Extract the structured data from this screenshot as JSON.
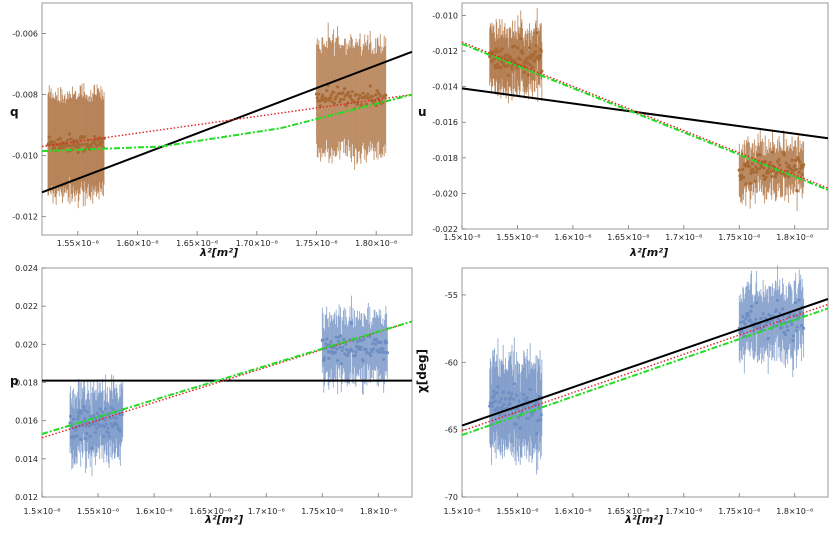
{
  "colors": {
    "brown_points": "#a86a35",
    "blue_points": "#6f8fc3",
    "black_fit": "#000000",
    "red_fit": "#e02020",
    "green_fit": "#22dd22",
    "frame": "#9a9a9a"
  },
  "chart_data": [
    {
      "id": "q",
      "type": "scatter",
      "ylabel": "q",
      "xlabel": "λ²[m²]",
      "xlim": [
        1.52e-06,
        1.83e-06
      ],
      "ylim": [
        -0.0126,
        -0.005
      ],
      "x_ticks": [
        1.55e-06,
        1.6e-06,
        1.65e-06,
        1.7e-06,
        1.75e-06,
        1.8e-06
      ],
      "x_tick_labels": [
        "1.55×10⁻⁶",
        "1.60×10⁻⁶",
        "1.65×10⁻⁶",
        "1.70×10⁻⁶",
        "1.75×10⁻⁶",
        "1.80×10⁻⁶"
      ],
      "y_ticks": [
        -0.006,
        -0.008,
        -0.01,
        -0.012
      ],
      "y_tick_labels": [
        "-0.006",
        "-0.008",
        "-0.010",
        "-0.012"
      ],
      "point_color": "brown_points",
      "data_clusters": [
        {
          "x_range": [
            1.525e-06,
            1.572e-06
          ],
          "center": -0.0096,
          "slope": 0,
          "err": 0.0016,
          "scatter": 0.00015
        },
        {
          "x_range": [
            1.75e-06,
            1.808e-06
          ],
          "center": -0.0081,
          "slope": 0,
          "err": 0.0018,
          "scatter": 0.00015
        }
      ],
      "fits": [
        {
          "color": "black_fit",
          "style": "solid",
          "x": [
            1.52e-06,
            1.83e-06
          ],
          "y": [
            -0.0112,
            -0.0066
          ]
        },
        {
          "color": "red_fit",
          "style": "dotted",
          "x": [
            1.52e-06,
            1.83e-06
          ],
          "y": [
            -0.0097,
            -0.008
          ]
        },
        {
          "color": "green_fit",
          "style": "dashdot",
          "x": [
            1.52e-06,
            1.62e-06,
            1.72e-06,
            1.83e-06
          ],
          "y": [
            -0.00985,
            -0.0097,
            -0.0091,
            -0.008
          ]
        }
      ]
    },
    {
      "id": "u",
      "type": "scatter",
      "ylabel": "u",
      "xlabel": "λ²[m²]",
      "xlim": [
        1.5e-06,
        1.83e-06
      ],
      "ylim": [
        -0.022,
        -0.0093
      ],
      "x_ticks": [
        1.5e-06,
        1.55e-06,
        1.6e-06,
        1.65e-06,
        1.7e-06,
        1.75e-06,
        1.8e-06
      ],
      "x_tick_labels": [
        "1.5×10⁻⁶",
        "1.55×10⁻⁶",
        "1.6×10⁻⁶",
        "1.65×10⁻⁶",
        "1.7×10⁻⁶",
        "1.75×10⁻⁶",
        "1.8×10⁻⁶"
      ],
      "y_ticks": [
        -0.01,
        -0.012,
        -0.014,
        -0.016,
        -0.018,
        -0.02,
        -0.022
      ],
      "y_tick_labels": [
        "-0.010",
        "-0.012",
        "-0.014",
        "-0.016",
        "-0.018",
        "-0.020",
        "-0.022"
      ],
      "point_color": "brown_points",
      "data_clusters": [
        {
          "x_range": [
            1.525e-06,
            1.572e-06
          ],
          "center": -0.0125,
          "slope": 0,
          "err": 0.0016,
          "scatter": 0.0004
        },
        {
          "x_range": [
            1.75e-06,
            1.808e-06
          ],
          "center": -0.0185,
          "slope": 0,
          "err": 0.0013,
          "scatter": 0.0004
        }
      ],
      "fits": [
        {
          "color": "black_fit",
          "style": "solid",
          "x": [
            1.5e-06,
            1.83e-06
          ],
          "y": [
            -0.0141,
            -0.0169
          ]
        },
        {
          "color": "red_fit",
          "style": "dotted",
          "x": [
            1.5e-06,
            1.83e-06
          ],
          "y": [
            -0.0115,
            -0.0197
          ]
        },
        {
          "color": "green_fit",
          "style": "dashdot",
          "x": [
            1.5e-06,
            1.83e-06
          ],
          "y": [
            -0.0116,
            -0.0198
          ]
        }
      ]
    },
    {
      "id": "p",
      "type": "scatter",
      "ylabel": "p",
      "xlabel": "λ²[m²]",
      "xlim": [
        1.5e-06,
        1.83e-06
      ],
      "ylim": [
        0.012,
        0.024
      ],
      "x_ticks": [
        1.5e-06,
        1.55e-06,
        1.6e-06,
        1.65e-06,
        1.7e-06,
        1.75e-06,
        1.8e-06
      ],
      "x_tick_labels": [
        "1.5×10⁻⁶",
        "1.55×10⁻⁶",
        "1.6×10⁻⁶",
        "1.65×10⁻⁶",
        "1.7×10⁻⁶",
        "1.75×10⁻⁶",
        "1.8×10⁻⁶"
      ],
      "y_ticks": [
        0.012,
        0.014,
        0.016,
        0.018,
        0.02,
        0.022,
        0.024
      ],
      "y_tick_labels": [
        "0.012",
        "0.014",
        "0.016",
        "0.018",
        "0.020",
        "0.022",
        "0.024"
      ],
      "point_color": "blue_points",
      "data_clusters": [
        {
          "x_range": [
            1.525e-06,
            1.572e-06
          ],
          "center": 0.0159,
          "slope": 0,
          "err": 0.0016,
          "scatter": 0.0004
        },
        {
          "x_range": [
            1.75e-06,
            1.808e-06
          ],
          "center": 0.0198,
          "slope": 0,
          "err": 0.0016,
          "scatter": 0.0004
        }
      ],
      "fits": [
        {
          "color": "black_fit",
          "style": "solid",
          "x": [
            1.5e-06,
            1.83e-06
          ],
          "y": [
            0.0181,
            0.0181
          ]
        },
        {
          "color": "red_fit",
          "style": "dotted",
          "x": [
            1.5e-06,
            1.83e-06
          ],
          "y": [
            0.0151,
            0.0212
          ]
        },
        {
          "color": "green_fit",
          "style": "dashdot",
          "x": [
            1.5e-06,
            1.83e-06
          ],
          "y": [
            0.0153,
            0.0212
          ]
        }
      ]
    },
    {
      "id": "chi",
      "type": "scatter",
      "ylabel": "χ[deg]",
      "xlabel": "λ²[m²]",
      "xlim": [
        1.5e-06,
        1.83e-06
      ],
      "ylim": [
        -70,
        -53
      ],
      "x_ticks": [
        1.5e-06,
        1.55e-06,
        1.6e-06,
        1.65e-06,
        1.7e-06,
        1.75e-06,
        1.8e-06
      ],
      "x_tick_labels": [
        "1.5×10⁻⁶",
        "1.55×10⁻⁶",
        "1.6×10⁻⁶",
        "1.65×10⁻⁶",
        "1.7×10⁻⁶",
        "1.75×10⁻⁶",
        "1.8×10⁻⁶"
      ],
      "y_ticks": [
        -55,
        -60,
        -65,
        -70
      ],
      "y_tick_labels": [
        "-55",
        "-60",
        "-65",
        "-70"
      ],
      "point_color": "blue_points",
      "data_clusters": [
        {
          "x_range": [
            1.525e-06,
            1.572e-06
          ],
          "center": -63.3,
          "slope": 0,
          "err": 3.2,
          "scatter": 0.7
        },
        {
          "x_range": [
            1.75e-06,
            1.808e-06
          ],
          "center": -57.0,
          "slope": 0,
          "err": 2.4,
          "scatter": 0.6
        }
      ],
      "fits": [
        {
          "color": "black_fit",
          "style": "solid",
          "x": [
            1.5e-06,
            1.83e-06
          ],
          "y": [
            -64.7,
            -55.3
          ]
        },
        {
          "color": "red_fit",
          "style": "dotted",
          "x": [
            1.5e-06,
            1.83e-06
          ],
          "y": [
            -65.1,
            -55.7
          ]
        },
        {
          "color": "green_fit",
          "style": "dashdot",
          "x": [
            1.5e-06,
            1.83e-06
          ],
          "y": [
            -65.4,
            -56.0
          ]
        }
      ]
    }
  ]
}
